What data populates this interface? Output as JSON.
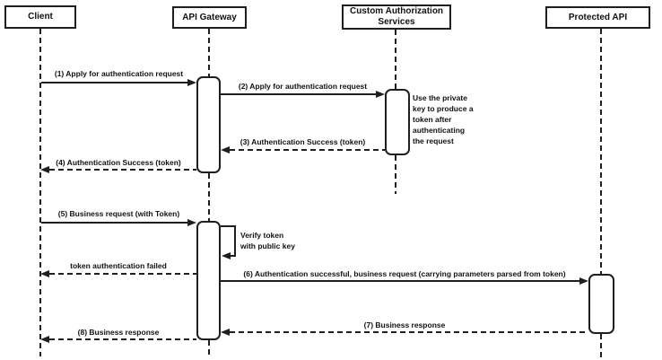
{
  "diagram_type": "sequence-diagram",
  "participants": [
    {
      "name": "Client"
    },
    {
      "name": "API Gateway"
    },
    {
      "name": "Custom Authorization Services"
    },
    {
      "name": "Protected API"
    }
  ],
  "messages": [
    {
      "label": "(1) Apply for authentication request",
      "from": "Client",
      "to": "API Gateway",
      "line": "solid",
      "direction": "right"
    },
    {
      "label": "(2) Apply for authentication request",
      "from": "API Gateway",
      "to": "Custom Authorization Services",
      "line": "solid",
      "direction": "right"
    },
    {
      "label": "(3) Authentication Success (token)",
      "from": "Custom Authorization Services",
      "to": "API Gateway",
      "line": "dashed",
      "direction": "left"
    },
    {
      "label": "(4) Authentication Success (token)",
      "from": "API Gateway",
      "to": "Client",
      "line": "dashed",
      "direction": "left"
    },
    {
      "label": "(5) Business request (with Token)",
      "from": "Client",
      "to": "API Gateway",
      "line": "solid",
      "direction": "right"
    },
    {
      "label": "token authentication failed",
      "from": "API Gateway",
      "to": "Client",
      "line": "dashed",
      "direction": "left"
    },
    {
      "label": "(6) Authentication successful, business request (carrying parameters parsed from token)",
      "from": "API Gateway",
      "to": "Protected API",
      "line": "solid",
      "direction": "right"
    },
    {
      "label": "(7) Business response",
      "from": "Protected API",
      "to": "API Gateway",
      "line": "dashed",
      "direction": "left"
    },
    {
      "label": "(8) Business response",
      "from": "API Gateway",
      "to": "Client",
      "line": "dashed",
      "direction": "left"
    }
  ],
  "self_message": {
    "label": "Verify token\nwith public key",
    "on": "API Gateway"
  },
  "notes": [
    {
      "label": "Use the private\nkey to produce a\ntoken after\nauthenticating\nthe request",
      "attached_to": "Custom Authorization Services"
    }
  ],
  "colors": {
    "line": "#1f1f1f",
    "background": "#ffffff",
    "text": "#111111"
  }
}
